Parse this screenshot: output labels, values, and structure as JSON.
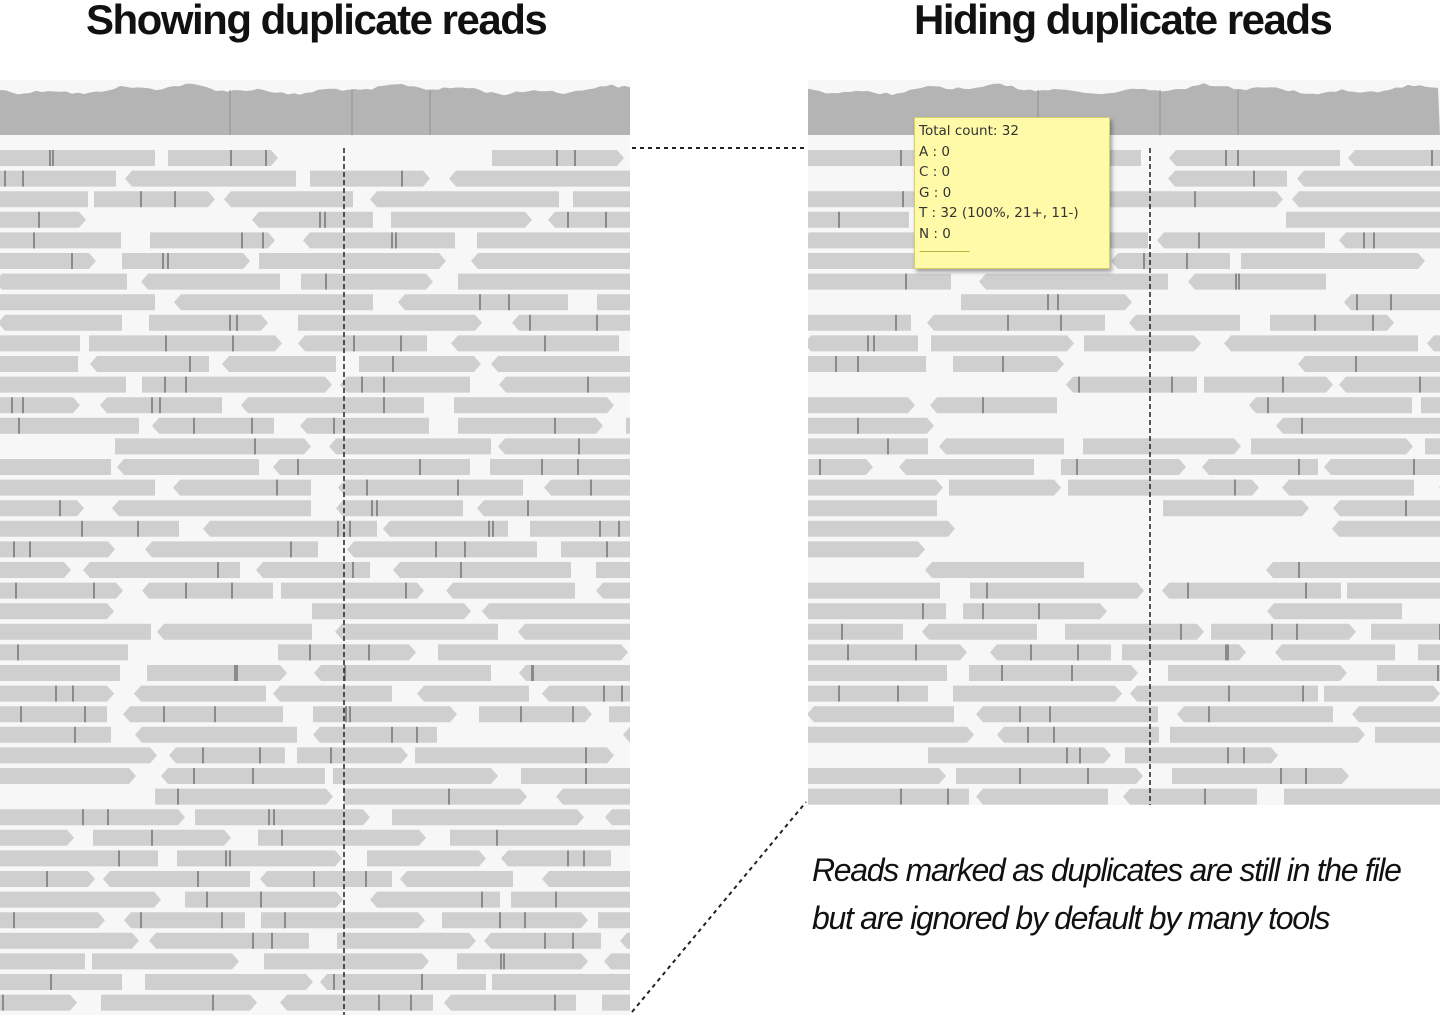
{
  "titles": {
    "left": "Showing duplicate reads",
    "right": "Hiding duplicate reads"
  },
  "tooltip": {
    "lines": [
      "Total count: 32",
      "A : 0",
      "C : 0",
      "G : 0",
      "T : 32 (100%, 21+, 11-)",
      "N : 0"
    ],
    "separator": "---------------"
  },
  "caption": {
    "line1": "Reads marked as duplicates are still in the file",
    "line2": "but are ignored by default by many tools"
  },
  "colors": {
    "read": "#cfcfcf",
    "coverage": "#b4b4b4",
    "mismatch": "#8a8a8a",
    "tooltip_bg": "#fffaa8"
  }
}
